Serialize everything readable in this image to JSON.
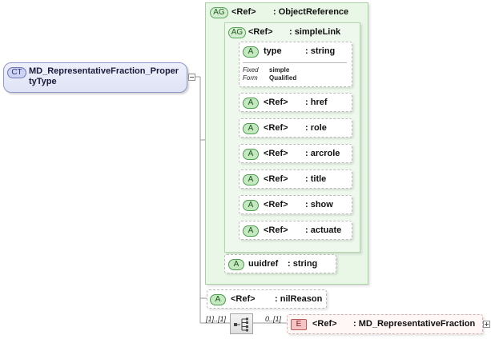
{
  "complex_type": {
    "badge": "CT",
    "name_line1": "MD_RepresentativeFraction_Proper",
    "name_line2": "tyType"
  },
  "object_reference": {
    "badge": "AG",
    "ref": "<Ref>",
    "label": ": ObjectReference"
  },
  "simple_link": {
    "badge": "AG",
    "ref": "<Ref>",
    "label": ": simpleLink"
  },
  "type_attr": {
    "badge": "A",
    "name": "type",
    "type": ": string",
    "fixed_label": "Fixed",
    "fixed_value": "simple",
    "form_label": "Form",
    "form_value": "Qualified"
  },
  "link_attrs": [
    {
      "badge": "A",
      "ref": "<Ref>",
      "name": ": href"
    },
    {
      "badge": "A",
      "ref": "<Ref>",
      "name": ": role"
    },
    {
      "badge": "A",
      "ref": "<Ref>",
      "name": ": arcrole"
    },
    {
      "badge": "A",
      "ref": "<Ref>",
      "name": ": title"
    },
    {
      "badge": "A",
      "ref": "<Ref>",
      "name": ": show"
    },
    {
      "badge": "A",
      "ref": "<Ref>",
      "name": ": actuate"
    }
  ],
  "uuidref_attr": {
    "badge": "A",
    "name": "uuidref",
    "type": ": string"
  },
  "nil_reason_attr": {
    "badge": "A",
    "ref": "<Ref>",
    "name": ": nilReason"
  },
  "sequence": {
    "occurrence": "[1]..[1]"
  },
  "element": {
    "badge": "E",
    "occurrence": "0..[1]",
    "ref": "<Ref>",
    "name": ": MD_RepresentativeFraction"
  }
}
